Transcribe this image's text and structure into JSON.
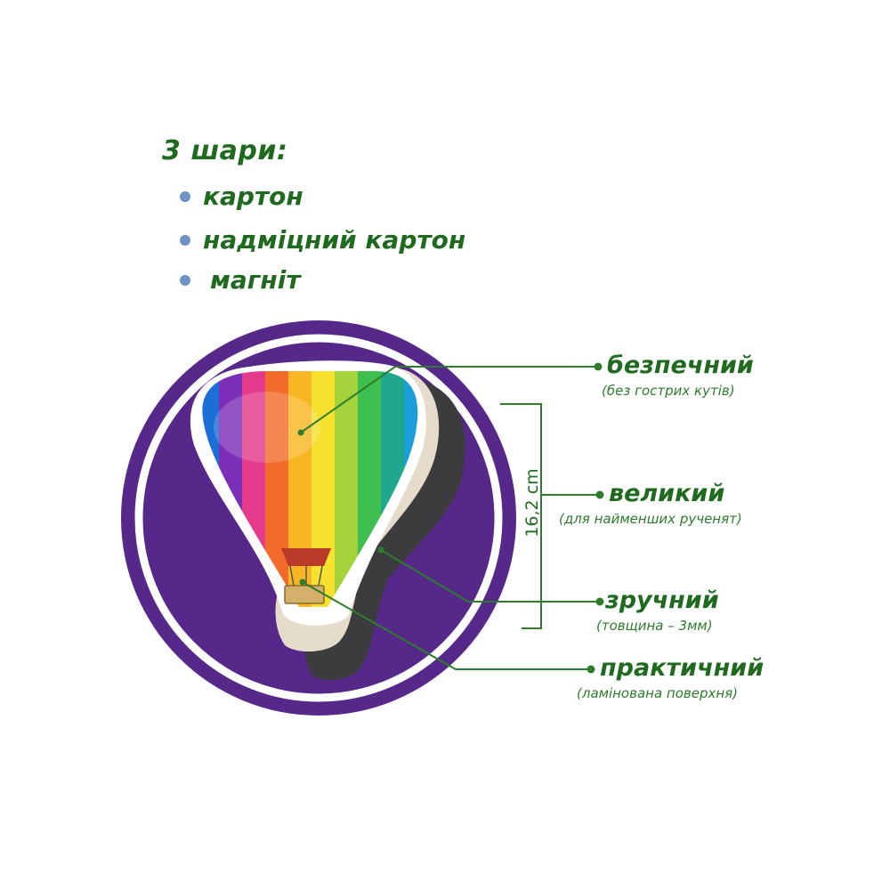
{
  "layers": {
    "heading": "3 шари:",
    "items": [
      "картон",
      "надміцний картон",
      "магніт"
    ]
  },
  "features": [
    {
      "title": "безпечний",
      "note": "(без гострих кутів)"
    },
    {
      "title": "великий",
      "note": "(для найменших рученят)"
    },
    {
      "title": "зручний",
      "note": "(товщина – 3мм)"
    },
    {
      "title": "практичний",
      "note": "(ламінована поверхня)"
    }
  ],
  "dimension": "16,2 cm",
  "colors": {
    "text_green": "#1f6a1e",
    "bullet_blue": "#6d92c4",
    "circle_purple": "#55288a"
  }
}
